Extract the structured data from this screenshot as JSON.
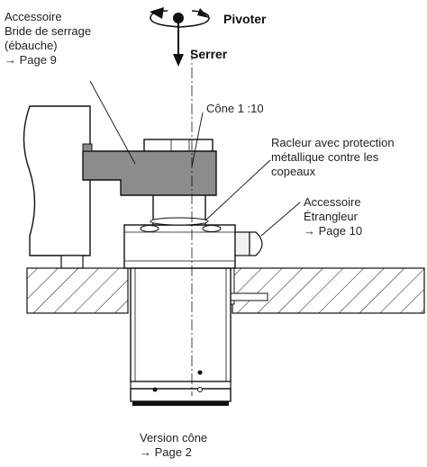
{
  "colors": {
    "line": "#111111",
    "gray_part": "#8c8c8c",
    "light_part": "#f2f2f2",
    "fill": "#ffffff"
  },
  "icons": {
    "rotation": "rotation-arrow-icon",
    "down": "arrow-down-icon"
  },
  "labels": {
    "pivoter": "Pivoter",
    "serrer": "Serrer",
    "accessoire_bride": [
      "Accessoire",
      "Bride de serrage",
      "(ébauche)",
      "→ Page 9"
    ],
    "cone_ratio": "Cône 1 :10",
    "racleur": [
      "Racleur avec protection",
      "métallique contre les",
      "copeaux"
    ],
    "accessoire_etrangleur": [
      "Accessoire",
      "Étrangleur",
      "→ Page 10"
    ],
    "version_cone": [
      "Version cône",
      "→ Page 2"
    ]
  }
}
